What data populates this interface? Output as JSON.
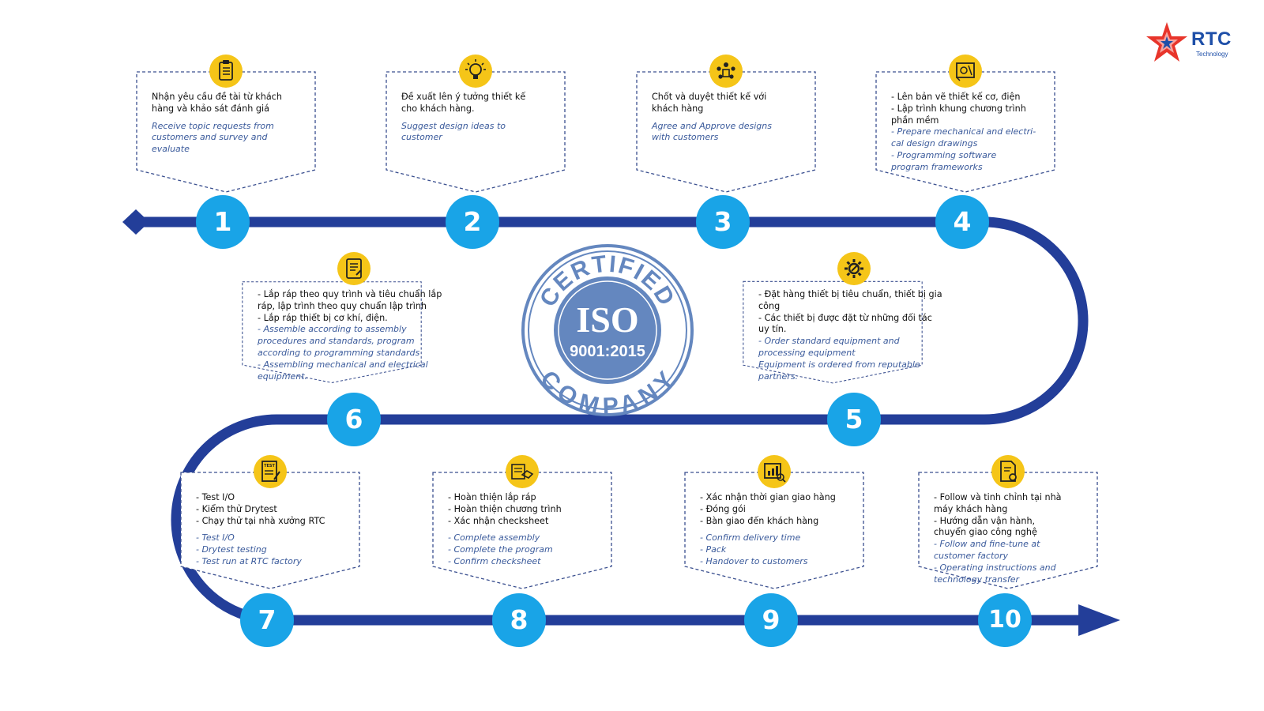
{
  "logo": {
    "brand": "RTC",
    "sub": "Technology",
    "star_color": "#e8352b",
    "brand_color": "#1e4fa8"
  },
  "colors": {
    "track": "#233e99",
    "number_circle": "#19a4e7",
    "icon_circle": "#f5c518",
    "dashed_border": "#3a4f8f",
    "english_text": "#3a5a9b",
    "iso_seal": "#6487bf"
  },
  "seal": {
    "top_text": "CERTIFIED",
    "middle": "ISO",
    "standard": "9001:2015",
    "bottom_text": "COMPANY"
  },
  "steps": [
    {
      "number": "1",
      "icon": "clipboard-checklist-icon",
      "vi": [
        "Nhận yêu cầu đề tài từ khách",
        "hàng và khảo sát đánh giá"
      ],
      "en": [
        "Receive topic requests from",
        "customers and survey and",
        "evaluate"
      ]
    },
    {
      "number": "2",
      "icon": "lightbulb-idea-icon",
      "vi": [
        "Đề xuất lên ý tưởng thiết kế",
        "cho khách hàng."
      ],
      "en": [
        "Suggest design ideas to",
        "customer"
      ]
    },
    {
      "number": "3",
      "icon": "team-meeting-icon",
      "vi": [
        "Chốt và duyệt thiết kế với",
        "khách hàng"
      ],
      "en": [
        "Agree and Approve designs",
        "with customers"
      ]
    },
    {
      "number": "4",
      "icon": "blueprint-drawing-icon",
      "vi": [
        "- Lên bản vẽ thiết kế cơ, điện",
        "- Lập trình khung chương trình",
        "phần mềm"
      ],
      "en": [
        "- Prepare mechanical and electri-",
        "cal design drawings",
        "- Programming software",
        "program frameworks"
      ]
    },
    {
      "number": "5",
      "icon": "gear-wrench-icon",
      "vi": [
        "- Đặt hàng thiết bị tiêu chuẩn, thiết bị gia",
        "công",
        "- Các thiết bị được đặt từ những đối tác",
        "uy tín."
      ],
      "en": [
        "- Order standard equipment and",
        "processing equipment",
        "Equipment is ordered from reputable",
        "partners."
      ]
    },
    {
      "number": "6",
      "icon": "assembly-document-icon",
      "vi": [
        "- Lắp ráp theo quy trình và tiêu chuẩn lắp",
        "ráp, lập trình theo quy chuẩn lập trình",
        "- Lắp ráp thiết bị cơ khí, điện."
      ],
      "en": [
        "- Assemble according to assembly",
        "procedures and standards, program",
        "according to programming standards",
        "- Assembling mechanical and electrical",
        "equipment."
      ]
    },
    {
      "number": "7",
      "icon": "test-sheet-icon",
      "vi": [
        "- Test I/O",
        "- Kiểm thử Drytest",
        "- Chạy thử tại nhà xưởng RTC"
      ],
      "en": [
        "- Test I/O",
        "- Drytest testing",
        "- Test run at RTC factory"
      ]
    },
    {
      "number": "8",
      "icon": "handshake-document-icon",
      "vi": [
        "- Hoàn thiện lắp ráp",
        "- Hoàn thiện chương trình",
        "- Xác nhận checksheet"
      ],
      "en": [
        "- Complete assembly",
        "- Complete the program",
        "- Confirm checksheet"
      ]
    },
    {
      "number": "9",
      "icon": "delivery-report-icon",
      "vi": [
        "- Xác nhận thời gian giao hàng",
        "- Đóng gói",
        "- Bàn giao đến khách hàng"
      ],
      "en": [
        "- Confirm delivery time",
        "- Pack",
        "- Handover to customers"
      ]
    },
    {
      "number": "10",
      "icon": "document-settings-icon",
      "vi": [
        "- Follow và tinh chỉnh tại nhà",
        "máy khách hàng",
        "- Hướng dẫn vận hành,",
        "chuyển giao công nghệ"
      ],
      "en": [
        "- Follow and fine-tune at",
        "customer factory",
        "- Operating instructions and",
        "technology transfer"
      ]
    }
  ]
}
